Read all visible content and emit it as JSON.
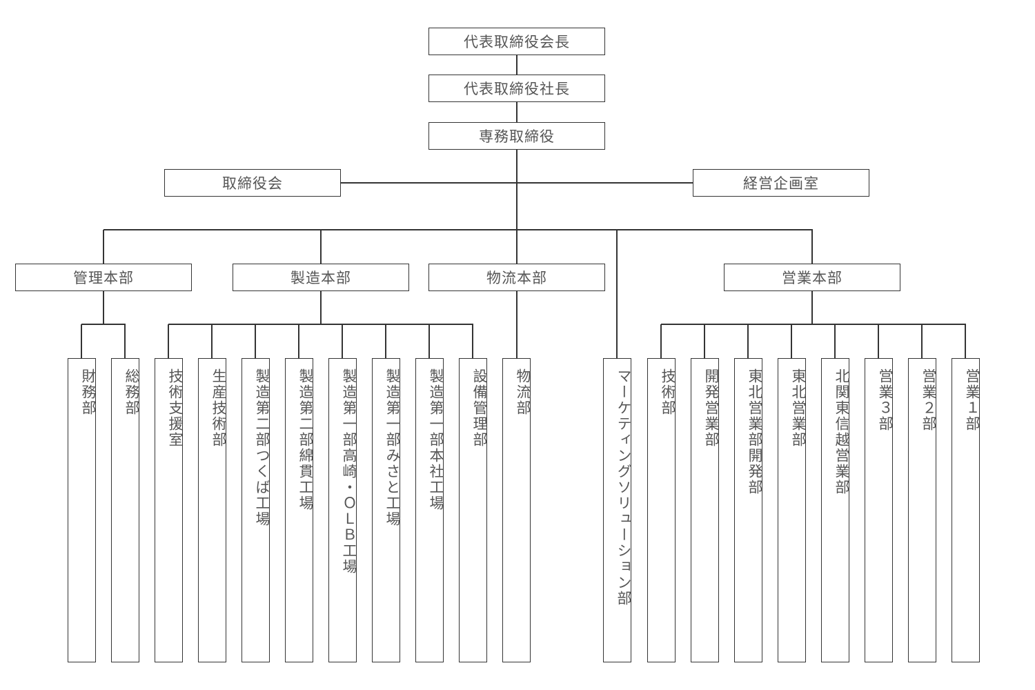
{
  "chart_data": {
    "type": "org-chart",
    "top": [
      {
        "id": "chairman",
        "label": "代表取締役会長"
      },
      {
        "id": "president",
        "label": "代表取締役社長"
      },
      {
        "id": "senior-director",
        "label": "専務取締役"
      }
    ],
    "side": {
      "left": {
        "id": "board",
        "label": "取締役会"
      },
      "right": {
        "id": "planning",
        "label": "経営企画室"
      }
    },
    "divisions": [
      {
        "id": "admin",
        "label": "管理本部",
        "children": [
          "財務部",
          "総務部"
        ]
      },
      {
        "id": "manufacturing",
        "label": "製造本部",
        "children": [
          "技術支援室",
          "生産技術部",
          "製造第二部つくば工場",
          "製造第二部綿貫工場",
          "製造第一部高崎・ＯＬＢ工場",
          "製造第一部みさと工場",
          "製造第一部本社工場",
          "設備管理部"
        ]
      },
      {
        "id": "logistics",
        "label": "物流本部",
        "children": [
          "物流部"
        ]
      },
      {
        "id": "marketing",
        "label": null,
        "children": [
          "マーケティングソリューション部"
        ]
      },
      {
        "id": "sales",
        "label": "営業本部",
        "children": [
          "技術部",
          "開発営業部",
          "東北営業部開発部",
          "東北営業部",
          "北関東信越営業部",
          "営業３部",
          "営業２部",
          "営業１部"
        ]
      }
    ]
  },
  "colors": {
    "line": "#333333",
    "text": "#555555",
    "box_fill": "#ffffff"
  }
}
